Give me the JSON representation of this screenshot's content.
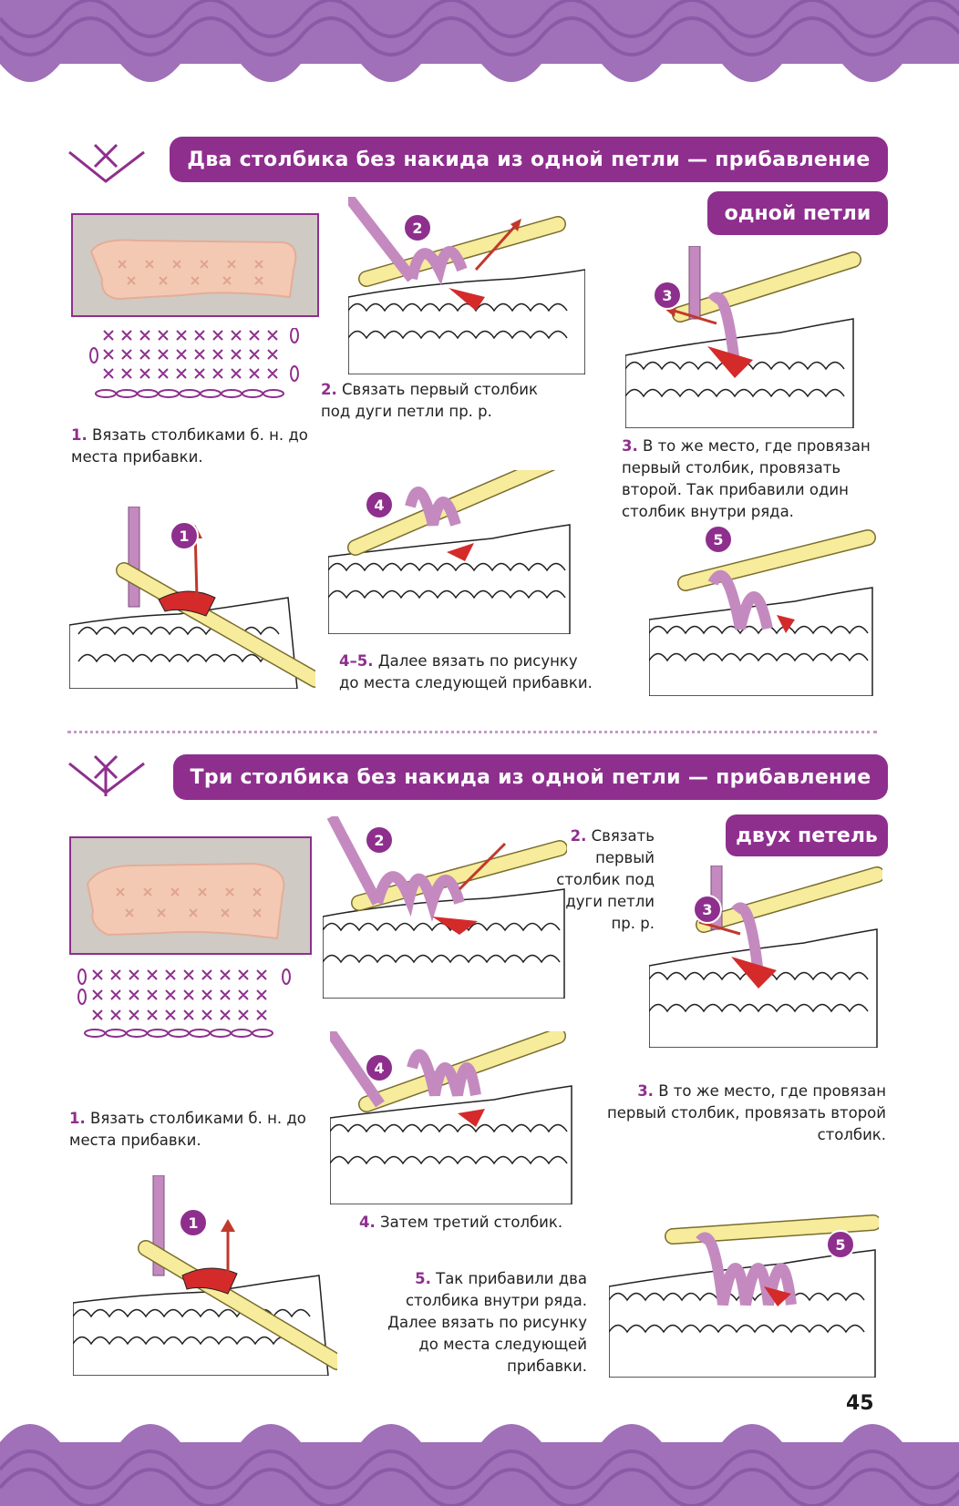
{
  "colors": {
    "accent": "#8e2f8e",
    "yarn_purple": "#c48ac0",
    "hook_yellow": "#f7eb9c",
    "loop_red": "#d42a2a",
    "border_lilac": "#a070b8"
  },
  "section1": {
    "title": "Два столбика без накида из одной петли — прибавление",
    "subtitle": "одной петли",
    "step1_num": "1.",
    "step1_text": "Вязать столбиками б. н. до места прибавки.",
    "step2_num": "2.",
    "step2_text": "Связать первый столбик под дуги петли пр. р.",
    "step3_num": "3.",
    "step3_text": "В то же место, где провязан первый столбик, провязать второй. Так прибавили один столбик внутри ряда.",
    "step45_num": "4–5.",
    "step45_text": "Далее вязать по рисунку до места следующей прибавки.",
    "badges": [
      "1",
      "2",
      "3",
      "4",
      "5"
    ]
  },
  "section2": {
    "title": "Три столбика без накида из одной петли — прибавление",
    "subtitle": "двух петель",
    "step1_num": "1.",
    "step1_text": "Вязать столбиками б. н. до места прибавки.",
    "step2_num": "2.",
    "step2_text": "Связать первый столбик под дуги петли пр. р.",
    "step3_num": "3.",
    "step3_text": "В то же место, где провязан первый столбик, провязать второй столбик.",
    "step4_num": "4.",
    "step4_text": "Затем третий столбик.",
    "step5_num": "5.",
    "step5_text": "Так прибавили два столбика внутри ряда. Далее вязать по рисунку до места следующей прибавки.",
    "badges": [
      "1",
      "2",
      "3",
      "4",
      "5"
    ]
  },
  "page_number": "45"
}
